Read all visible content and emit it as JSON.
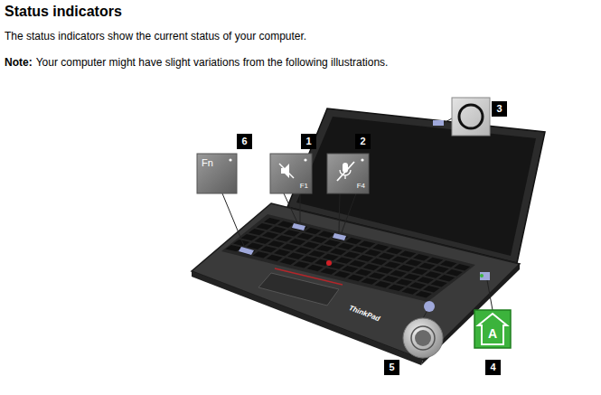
{
  "diagram": {
    "title": "Status indicators",
    "nodes": [
      {
        "text": [
          "Fn"
        ]
      },
      {
        "text": [
          "F1"
        ]
      },
      {
        "text": [
          "F4"
        ]
      }
    ],
    "labels": [
      "The status indicators show the current status of your computer.",
      "Note:",
      "Your computer might have slight variations from the following illustrations.",
      "6",
      "1",
      "2",
      "3",
      "4",
      "5",
      "A",
      "ThinkPad"
    ]
  }
}
